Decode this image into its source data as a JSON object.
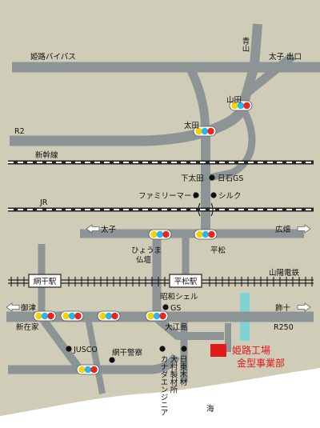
{
  "colors": {
    "background": "#cfccb8",
    "road": "#8d9496",
    "sea": "#ffffff",
    "canal": "#7fd3d3",
    "factory": "#e21a1a",
    "rail_dark": "#222222",
    "rail_light": "#ffffff",
    "signal_case": "#ffffff",
    "signal_red": "#e8261f",
    "signal_yellow": "#f4d200",
    "signal_blue": "#28b6e8",
    "arrow": "#ffffff"
  },
  "labels": {
    "himeji_bypass": "姫路バイパス",
    "aoyama": "青山",
    "taishi_exit": "太子 出口",
    "yamada": "山田",
    "ota": "太田",
    "r2": "R2",
    "shinkansen": "新幹線",
    "shimoota": "下太田",
    "nisseki_gs": "日石GS",
    "familymart": "ファミリーマート",
    "shiruku": "シルク",
    "jr": "JR",
    "taishi": "太子",
    "hiroshita": "広畑",
    "hyouma_butsudan_line1": "ひょうま",
    "hyouma_butsudan_line2": "仏壇",
    "heimatsu": "平松",
    "sanyo_dentetsu": "山陽電鉄",
    "aboshi_station": "網干駅",
    "heimatsu_station": "平松駅",
    "showa_shell_line1": "昭和シェル",
    "showa_shell_line2": "GS",
    "misaki": "御津",
    "shikama": "飾十",
    "shinzaike": "新在家",
    "oeshima": "大江島",
    "r250": "R250",
    "jusco": "JUSCO",
    "aboshi_police": "網干警察",
    "kana_engineering": "カナダエンジニア",
    "omura_works": "大村製材所",
    "nittou_mokuzai": "日東木材",
    "himeji_factory_line1": "姫路工場",
    "himeji_factory_line2": "金型事業部",
    "umi": "海"
  },
  "icons": {
    "traffic_signal": "traffic-signal-icon",
    "landmark": "landmark-dot-icon",
    "direction": "direction-arrow-icon",
    "factory": "factory-square-icon"
  }
}
